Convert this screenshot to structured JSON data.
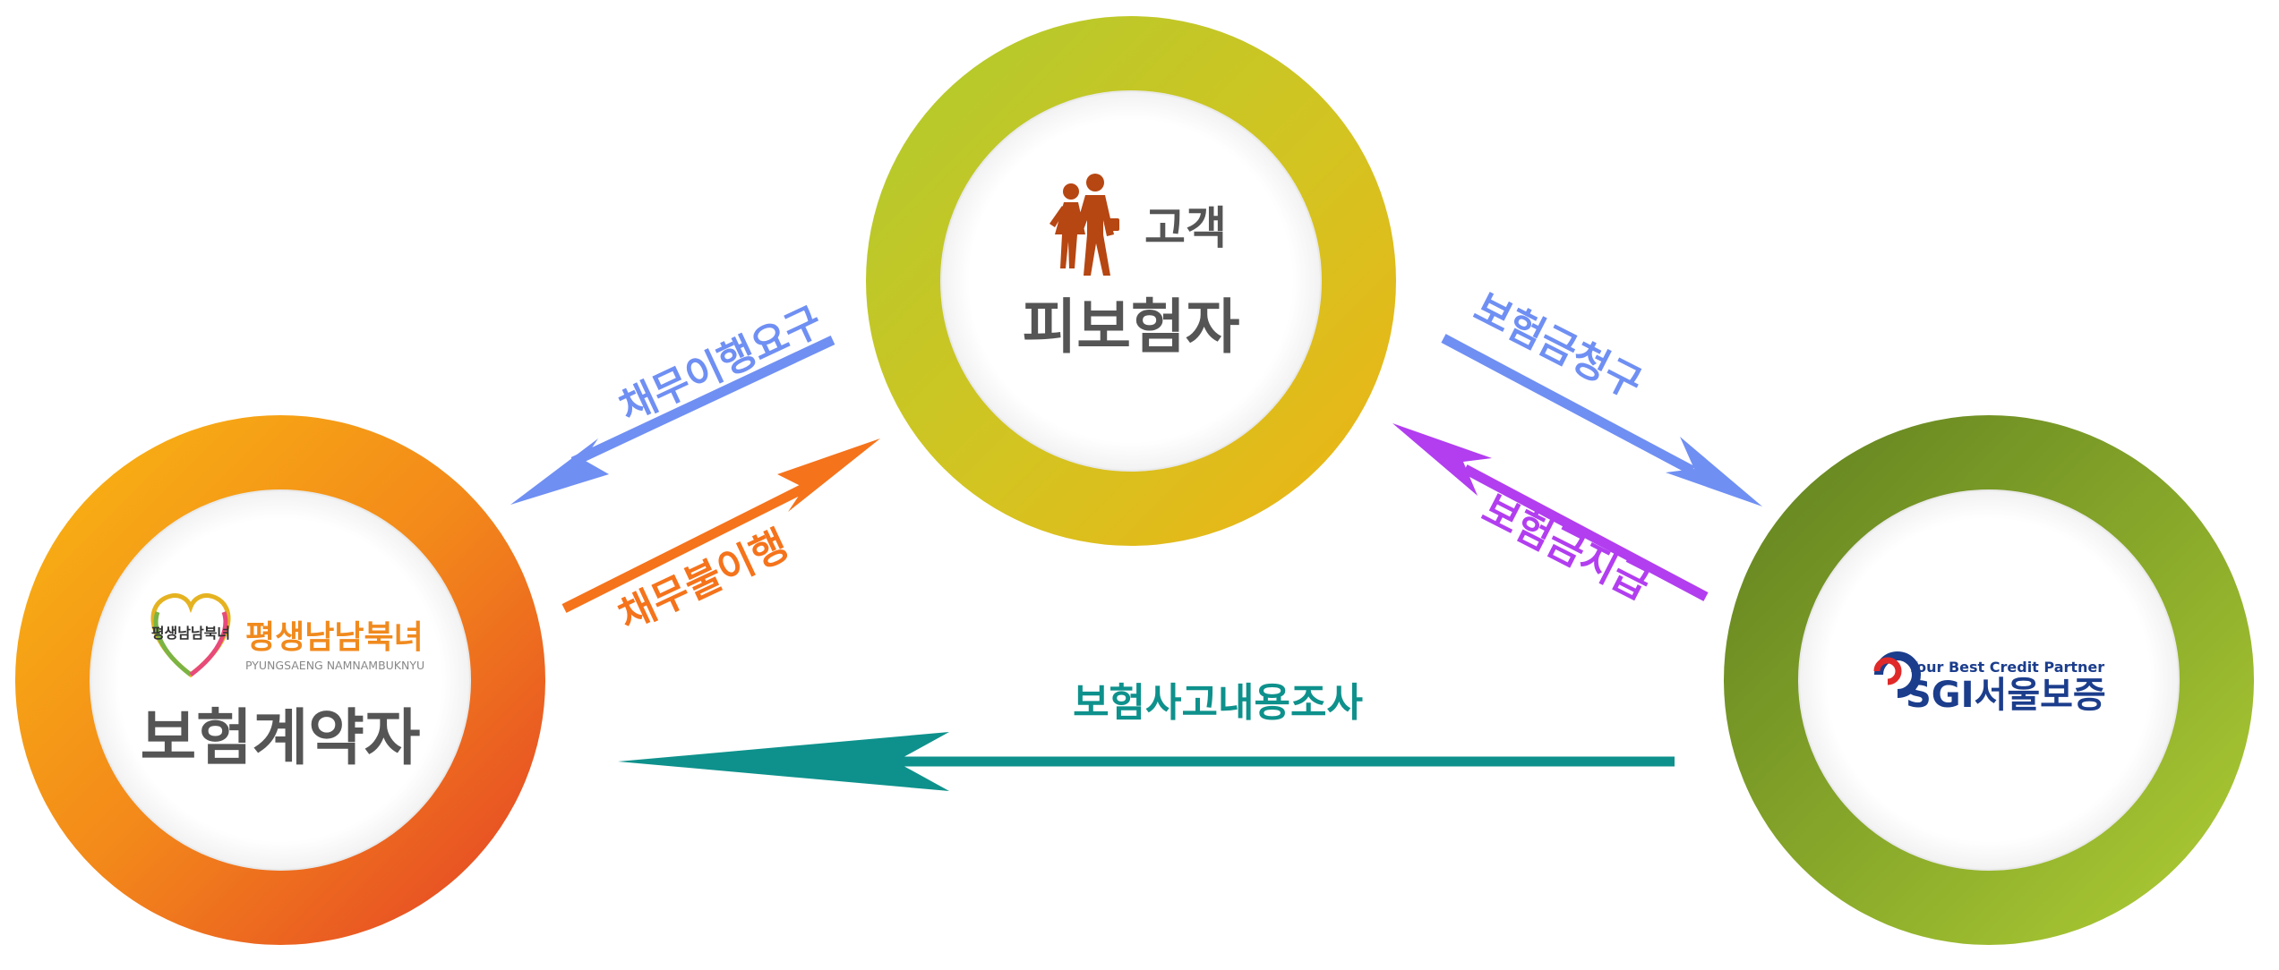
{
  "nodes": {
    "insured": {
      "title": "피보험자",
      "tag": "고객",
      "icon": "walking-people-icon"
    },
    "policyholder": {
      "title": "보험계약자",
      "logo": {
        "badge_text": "평생남남북녀",
        "name": "평생남남북녀",
        "subtitle": "PYUNGSAENG NAMNAMBUKNYU"
      }
    },
    "insurer": {
      "logo": {
        "tagline": "Your Best Credit Partner",
        "name": "SGI서울보증"
      }
    }
  },
  "arrows": {
    "demand_performance": {
      "label": "채무이행요구",
      "color": "#6f8ff3"
    },
    "non_performance": {
      "label": "채무불이행",
      "color": "#f5731b"
    },
    "claim": {
      "label": "보험금청구",
      "color": "#6f8ff3"
    },
    "payment": {
      "label": "보험금지급",
      "color": "#b23ef0"
    },
    "investigation": {
      "label": "보험사고내용조사",
      "color": "#0e918c"
    }
  },
  "colors": {
    "title_text": "#555555",
    "tag_text": "#c9520d",
    "insured_ring": [
      "#b7cc2c",
      "#e9b417"
    ],
    "policyholder_ring": [
      "#f8ad12",
      "#e74a25"
    ],
    "insurer_ring": [
      "#6a8a22",
      "#a8c530"
    ],
    "sgi_blue": "#1b3d8c",
    "sgi_red": "#e02a2a"
  }
}
